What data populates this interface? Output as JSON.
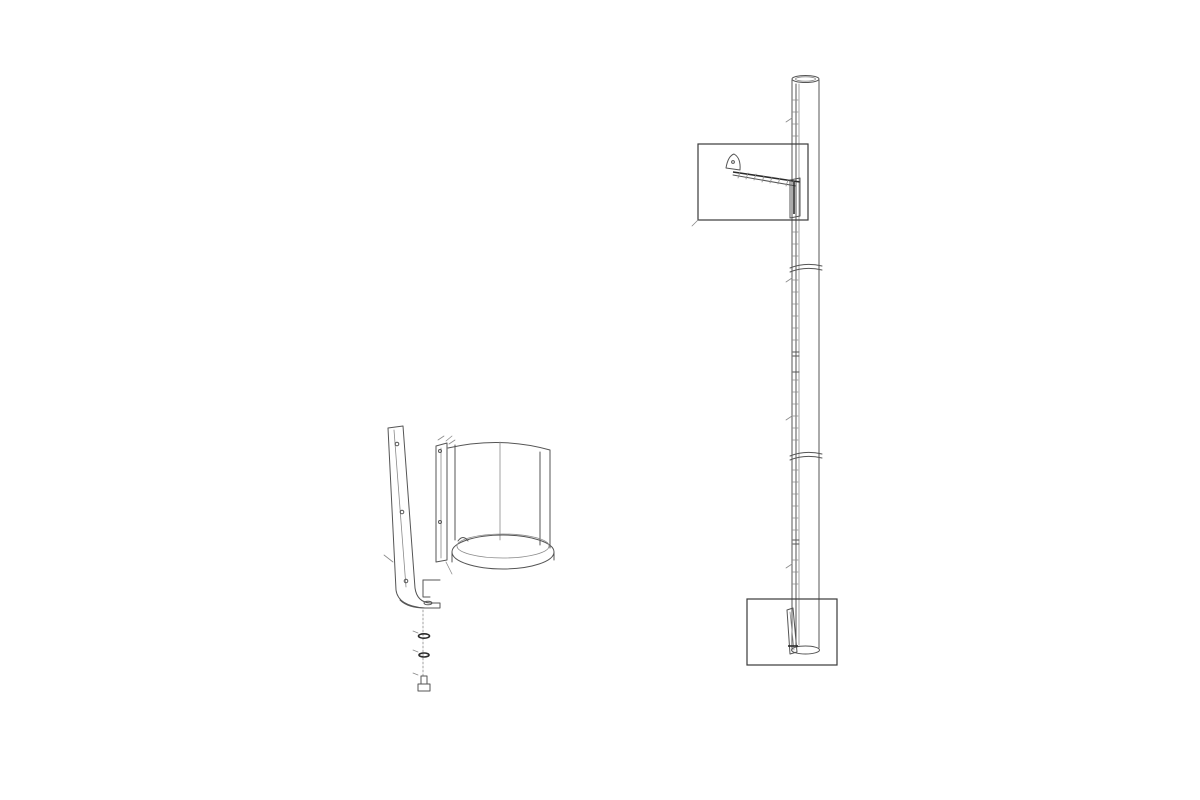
{
  "figure": {
    "kind": "assembly-illustration",
    "text_labels": [],
    "line_color": "#555555",
    "background": "#ffffff"
  },
  "parts": {
    "pole": "pole",
    "top_detail_box": "top-bracket-detail",
    "bottom_detail_box": "base-detail",
    "exploded_view": "base-bracket-assembly",
    "hardware": [
      "washer",
      "washer",
      "bolt"
    ]
  }
}
